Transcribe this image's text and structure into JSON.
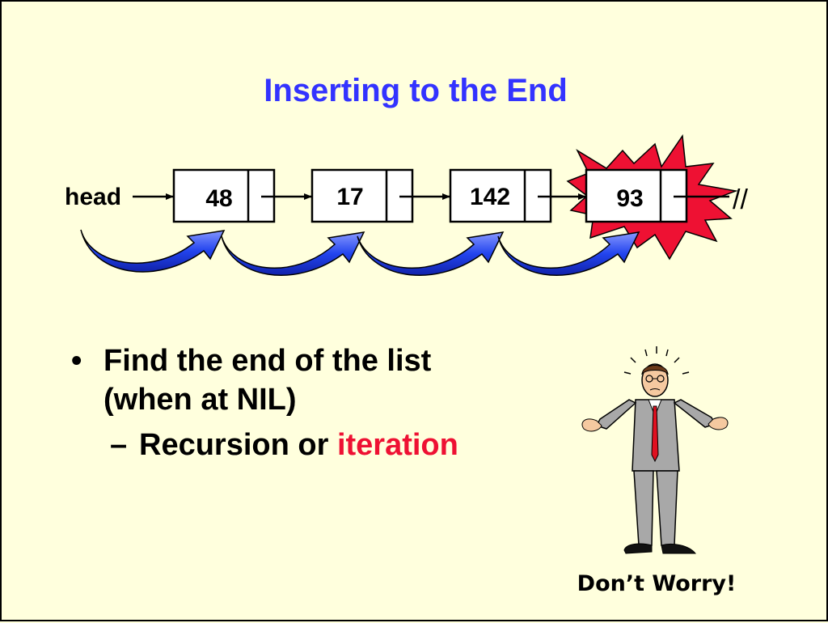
{
  "slide": {
    "title": "Inserting to the End",
    "title_color": "#3333ff",
    "diagram": {
      "head_label": "head",
      "nodes": [
        "48",
        "17",
        "142",
        "93"
      ],
      "null_marker": "//",
      "recursion_arrow_color": "#1133ee",
      "starburst_color": "#ee1133"
    },
    "bullets": [
      {
        "text": "Find the end of the list (when at NIL)",
        "line1": "Find the end of the list",
        "line2": "(when at NIL)",
        "sub": {
          "text_prefix": "Recursion or ",
          "highlight": "iteration",
          "highlight_color": "#ee1133"
        }
      }
    ],
    "clipart_caption": "Don’t Worry!"
  }
}
